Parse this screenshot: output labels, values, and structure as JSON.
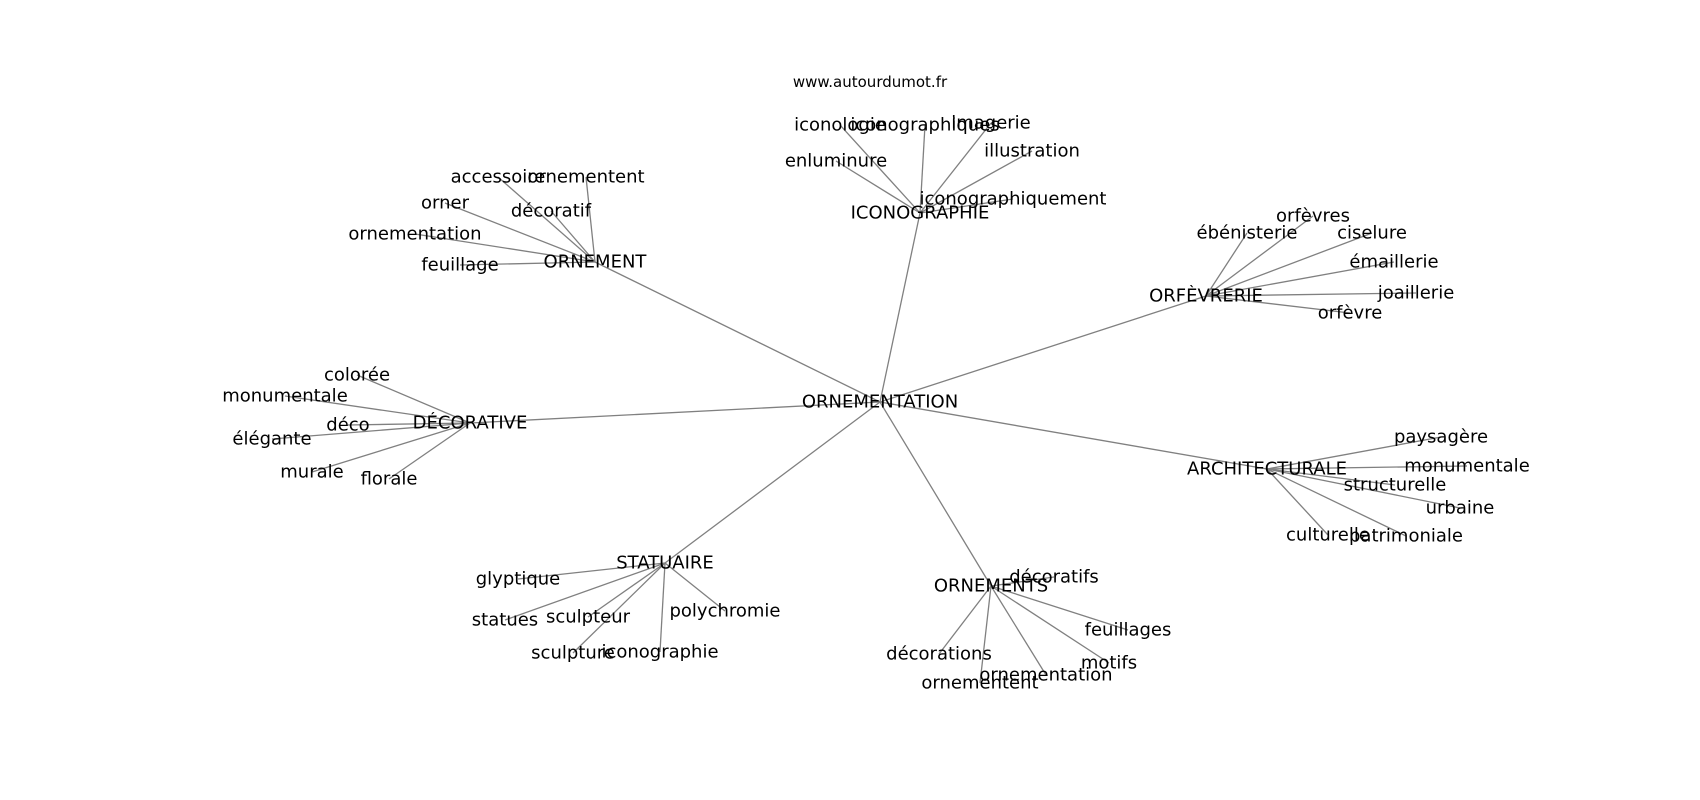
{
  "source": "www.autourdumot.fr",
  "center": "ORNEMENTATION",
  "clusters": [
    {
      "label": "ORNEMENT",
      "words": [
        "accessoire",
        "ornementent",
        "orner",
        "décoratif",
        "ornementation",
        "feuillage"
      ]
    },
    {
      "label": "ICONOGRAPHIE",
      "words": [
        "iconologie",
        "iconographiques",
        "imagerie",
        "illustration",
        "enluminure",
        "iconographiquement"
      ]
    },
    {
      "label": "ORFÈVRERIE",
      "words": [
        "orfèvres",
        "ébénisterie",
        "ciselure",
        "émaillerie",
        "joaillerie",
        "orfèvre"
      ]
    },
    {
      "label": "DÉCORATIVE",
      "words": [
        "colorée",
        "monumentale",
        "déco",
        "élégante",
        "murale",
        "florale"
      ]
    },
    {
      "label": "ARCHITECTURALE",
      "words": [
        "paysagère",
        "monumentale",
        "structurelle",
        "urbaine",
        "culturelle",
        "patrimoniale"
      ]
    },
    {
      "label": "STATUAIRE",
      "words": [
        "glyptique",
        "polychromie",
        "sculpteur",
        "statues",
        "sculpture",
        "iconographie"
      ]
    },
    {
      "label": "ORNEMENTS",
      "words": [
        "décoratifs",
        "feuillages",
        "motifs",
        "ornementation",
        "ornementent",
        "décorations"
      ]
    }
  ]
}
